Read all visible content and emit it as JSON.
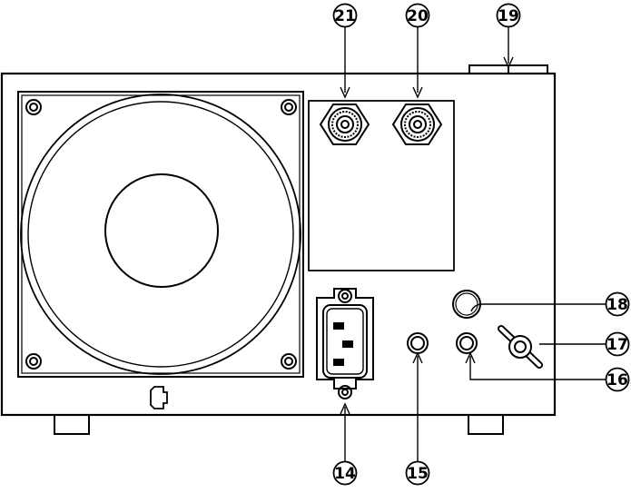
{
  "diagram": {
    "view": "rear panel",
    "callouts": [
      {
        "id": "14",
        "label": "14",
        "target": "ac-power-inlet"
      },
      {
        "id": "15",
        "label": "15",
        "target": "jack-left"
      },
      {
        "id": "16",
        "label": "16",
        "target": "jack-right"
      },
      {
        "id": "17",
        "label": "17",
        "target": "ground-terminal"
      },
      {
        "id": "18",
        "label": "18",
        "target": "round-connector"
      },
      {
        "id": "19",
        "label": "19",
        "target": "top-tab"
      },
      {
        "id": "20",
        "label": "20",
        "target": "coax-connector-right"
      },
      {
        "id": "21",
        "label": "21",
        "target": "coax-connector-left"
      }
    ]
  },
  "colors": {
    "line": "#000000",
    "fill": "#ffffff"
  }
}
